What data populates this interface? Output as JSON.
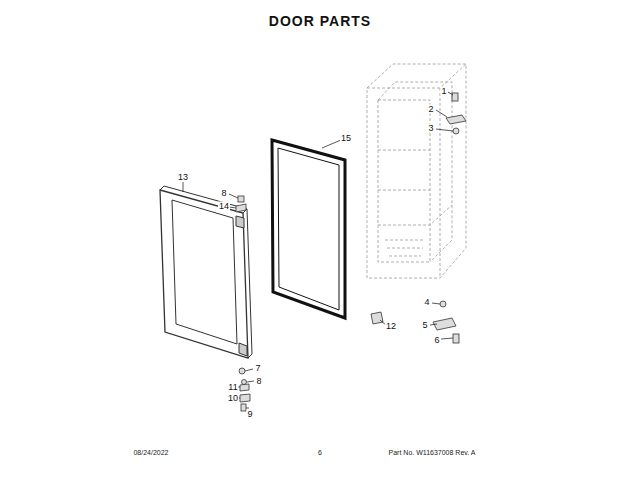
{
  "diagram": {
    "title": "DOOR PARTS",
    "labels": [
      "1",
      "2",
      "3",
      "15",
      "13",
      "8",
      "14",
      "4",
      "12",
      "5",
      "6",
      "7",
      "8",
      "11",
      "10",
      "9",
      "08/24/2022",
      "6",
      "Part No. W11637008 Rev. A"
    ]
  }
}
